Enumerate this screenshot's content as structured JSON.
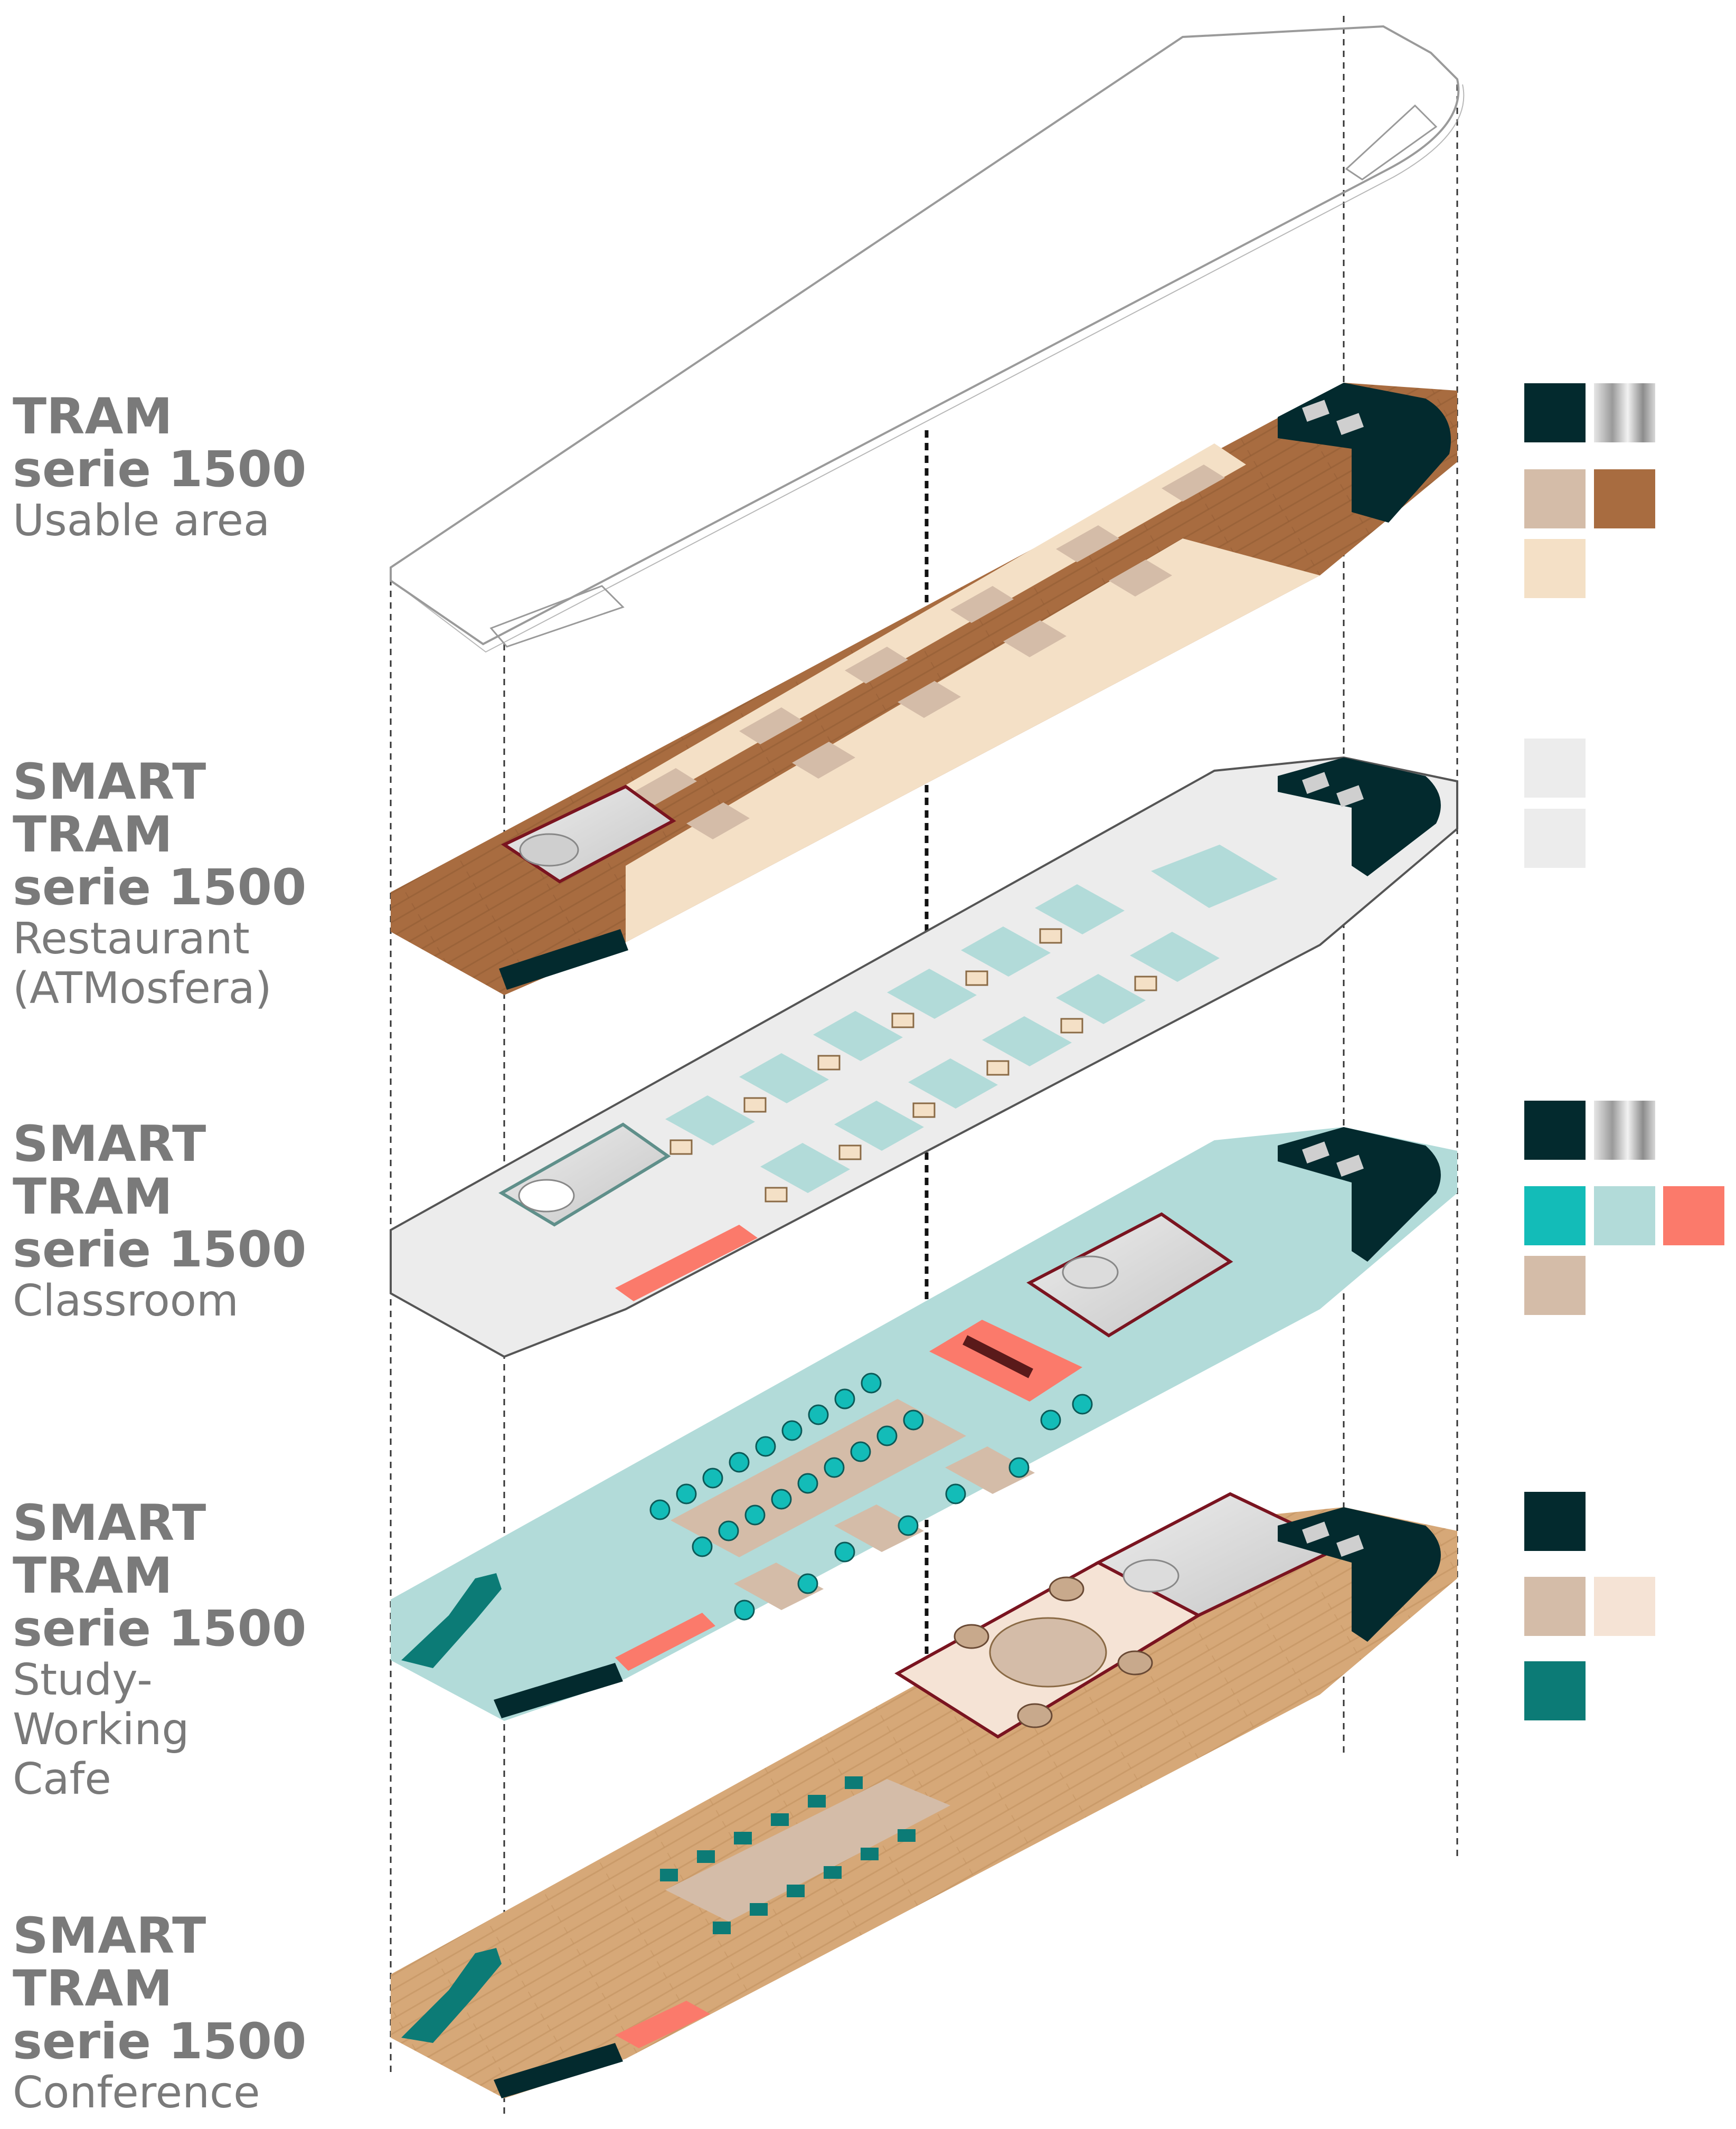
{
  "labels": [
    {
      "bold": [
        "TRAM",
        "serie 1500"
      ],
      "light": [
        "Usable area"
      ]
    },
    {
      "bold": [
        "SMART",
        "TRAM",
        "serie 1500"
      ],
      "light": [
        "Restaurant",
        "(ATMosfera)"
      ]
    },
    {
      "bold": [
        "SMART",
        "TRAM",
        "serie 1500"
      ],
      "light": [
        "Classroom"
      ]
    },
    {
      "bold": [
        "SMART",
        "TRAM",
        "serie 1500"
      ],
      "light": [
        "Study-",
        "Working",
        "Cafe"
      ]
    },
    {
      "bold": [
        "SMART",
        "TRAM",
        "serie 1500"
      ],
      "light": [
        "Conference"
      ]
    }
  ],
  "palette": {
    "dark_teal": "#032a2e",
    "wood_brown": "#a86c40",
    "light_wood": "#d6a878",
    "beige": "#d4bca8",
    "cream": "#f4e0c6",
    "light_gray": "#ececec",
    "turquoise": "#13bcb8",
    "pale_teal": "#b2dbd9",
    "salmon": "#fb7a6b",
    "light_peach": "#f5e3d5",
    "deep_teal": "#0c7b76",
    "maroon": "#7a1420"
  },
  "swatch_groups": [
    {
      "rows": [
        [
          "#032a2e",
          "gradient-gray"
        ],
        [
          "#d4bca8",
          "#a86c40"
        ],
        [
          "#f4e0c6"
        ]
      ]
    },
    {
      "rows": [
        [
          "#ececec"
        ],
        [
          "#ececec"
        ]
      ]
    },
    {
      "rows": [
        [
          "#032a2e",
          "gradient-gray"
        ],
        [
          "#13bcb8",
          "#b2dbd9",
          "#fb7a6b"
        ],
        [
          "#d4bca8"
        ]
      ]
    },
    {
      "rows": [
        [
          "#032a2e"
        ],
        [
          "#d4bca8",
          "#f5e3d5"
        ],
        [
          "#0c7b76"
        ]
      ]
    }
  ]
}
